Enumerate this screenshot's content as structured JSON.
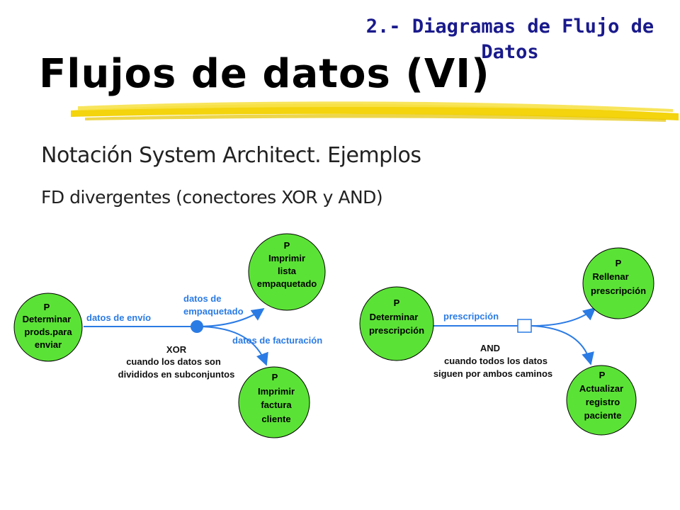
{
  "header": {
    "section_title_line1": "2.- Diagramas de Flujo de",
    "section_title_line2": "Datos",
    "page_title": "Flujos de datos (VI)"
  },
  "subtitle": "Notación System Architect. Ejemplos",
  "subtitle2": "FD divergentes (conectores XOR y AND)",
  "colors": {
    "process_fill": "#5be236",
    "flow_color": "#2b7be4",
    "title_color": "#1a1a8c",
    "highlight": "#f2d200"
  },
  "xor_example": {
    "source_process": {
      "tag": "P",
      "lines": [
        "Determinar",
        "prods.para",
        "enviar"
      ]
    },
    "target_top": {
      "tag": "P",
      "lines": [
        "Imprimir",
        "lista",
        "empaquetado"
      ]
    },
    "target_bottom": {
      "tag": "P",
      "lines": [
        "Imprimir",
        "factura",
        "cliente"
      ]
    },
    "flow_in": "datos de envío",
    "flow_top_line1": "datos de",
    "flow_top_line2": "empaquetado",
    "flow_bottom": "datos de facturación",
    "connector": "XOR",
    "note_line1": "cuando los datos son",
    "note_line2": "divididos en subconjuntos"
  },
  "and_example": {
    "source_process": {
      "tag": "P",
      "lines": [
        "Determinar",
        "prescripción"
      ]
    },
    "target_top": {
      "tag": "P",
      "lines": [
        "Rellenar",
        "prescripción"
      ]
    },
    "target_bottom": {
      "tag": "P",
      "lines": [
        "Actualizar",
        "registro",
        "paciente"
      ]
    },
    "flow_in": "prescripción",
    "connector": "AND",
    "note_line1": "cuando todos los datos",
    "note_line2": "siguen por ambos caminos"
  }
}
